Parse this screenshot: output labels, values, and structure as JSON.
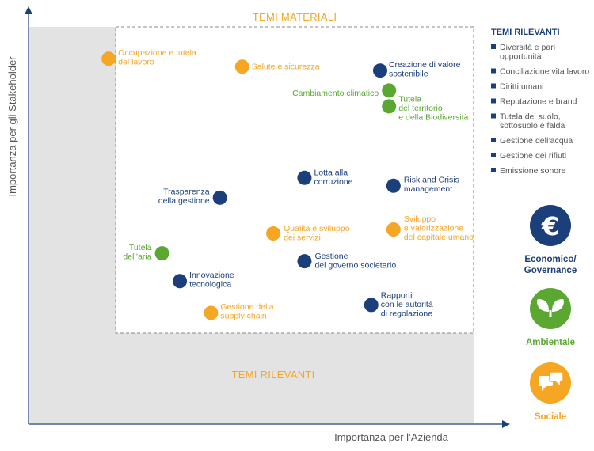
{
  "chart_data": {
    "type": "scatter",
    "xlabel": "Importanza per l’Azienda",
    "ylabel": "Importanza per gli Stakeholder",
    "region_labels": {
      "material": "TEMI MATERIALI",
      "relevant": "TEMI RILEVANTI"
    },
    "colors": {
      "economic": "#1b3f7a",
      "environmental": "#5aa832",
      "social": "#f5a623",
      "gray_area": "#e3e3e3",
      "axis": "#1b3f7a"
    },
    "points": [
      {
        "lines": [
          "Occupazione e tutela",
          "del lavoro"
        ],
        "category": "social",
        "x": 0.18,
        "y": 0.92
      },
      {
        "lines": [
          "Salute e sicurezza"
        ],
        "category": "social",
        "x": 0.48,
        "y": 0.9
      },
      {
        "lines": [
          "Creazione di valore",
          "sostenibile"
        ],
        "category": "economic",
        "x": 0.79,
        "y": 0.89
      },
      {
        "lines": [
          "Cambiamento climatico"
        ],
        "category": "environmental",
        "x": 0.81,
        "y": 0.84
      },
      {
        "lines": [
          "Tutela",
          "del territorio",
          "e della Biodiversità"
        ],
        "category": "environmental",
        "x": 0.81,
        "y": 0.8
      },
      {
        "lines": [
          "Lotta alla",
          "corruzione"
        ],
        "category": "economic",
        "x": 0.62,
        "y": 0.62
      },
      {
        "lines": [
          "Risk and Crisis",
          "management"
        ],
        "category": "economic",
        "x": 0.82,
        "y": 0.6
      },
      {
        "lines": [
          "Trasparenza",
          "della gestione"
        ],
        "category": "economic",
        "x": 0.43,
        "y": 0.57
      },
      {
        "lines": [
          "Qualità e sviluppo",
          "dei servizi"
        ],
        "category": "social",
        "x": 0.55,
        "y": 0.48
      },
      {
        "lines": [
          "Sviluppo",
          "e valorizzazione",
          "del capitale umano"
        ],
        "category": "social",
        "x": 0.82,
        "y": 0.49
      },
      {
        "lines": [
          "Tutela",
          "dell’aria"
        ],
        "category": "environmental",
        "x": 0.3,
        "y": 0.43
      },
      {
        "lines": [
          "Gestione",
          "del governo societario"
        ],
        "category": "economic",
        "x": 0.62,
        "y": 0.41
      },
      {
        "lines": [
          "Innovazione",
          "tecnologica"
        ],
        "category": "economic",
        "x": 0.34,
        "y": 0.36
      },
      {
        "lines": [
          "Rapporti",
          "con le autorità",
          "di regolazione"
        ],
        "category": "economic",
        "x": 0.77,
        "y": 0.3
      },
      {
        "lines": [
          "Gestione della",
          "supply chain"
        ],
        "category": "social",
        "x": 0.41,
        "y": 0.28
      }
    ],
    "legend": {
      "title": "TEMI RILEVANTI",
      "items": [
        [
          "Diversità e pari",
          "opportunità"
        ],
        [
          "Conciliazione vita lavoro"
        ],
        [
          "Diritti umani"
        ],
        [
          "Reputazione e brand"
        ],
        [
          "Tutela del suolo,",
          "sottosuolo e falda"
        ],
        [
          "Gestione dell’acqua"
        ],
        [
          "Gestione dei rifiuti"
        ],
        [
          "Emissione sonore"
        ]
      ]
    },
    "categories": [
      {
        "key": "economic",
        "lines": [
          "Economico/",
          "Governance"
        ],
        "icon": "euro-icon"
      },
      {
        "key": "environmental",
        "lines": [
          "Ambientale"
        ],
        "icon": "leaf-icon"
      },
      {
        "key": "social",
        "lines": [
          "Sociale"
        ],
        "icon": "speech-bubbles-icon"
      }
    ],
    "grid": false,
    "axis_range": {
      "x": [
        0,
        1
      ],
      "y": [
        0,
        1
      ]
    }
  }
}
